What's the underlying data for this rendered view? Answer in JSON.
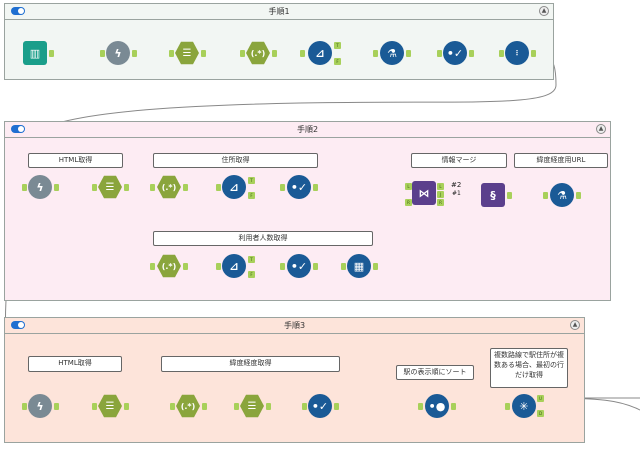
{
  "containers": [
    {
      "title": "手順1",
      "enabled": true
    },
    {
      "title": "手順2",
      "enabled": true
    },
    {
      "title": "手順3",
      "enabled": true
    }
  ],
  "container2": {
    "comments": [
      "HTML取得",
      "住所取得",
      "情報マージ",
      "緯度経度用URL",
      "利用者人数取得"
    ],
    "join_labels": {
      "top": "#2",
      "mid": "#1"
    }
  },
  "container3": {
    "comments": [
      "HTML取得",
      "緯度経度取得",
      "駅の表示順にソート",
      "複数路線で駅住所が複数ある場合、最初の行だけ取得"
    ]
  },
  "anchors": {
    "true": "T",
    "false": "F",
    "left": "L",
    "join": "J",
    "right": "R",
    "unique": "U",
    "dup": "D"
  },
  "tool_icons": {
    "input": "book-icon",
    "download": "lightning-icon",
    "text_to_columns": "table-icon",
    "regex": "(.*)",
    "filter": "filter-icon",
    "formula": "flask-icon",
    "select": "check-icon",
    "record_id": "numbered-list-icon",
    "join": "join-icon",
    "union_dna": "dna-icon",
    "summarize": "sigma-icon",
    "sort": "sort-icon",
    "unique": "snowflake-icon"
  },
  "colors": {
    "anchor": "#a8d05a",
    "blue_tool": "#1a5a96",
    "hex_tool": "#8aa53c",
    "container1_bg": "#f2f6f3",
    "container2_bg": "#fdecf3",
    "container3_bg": "#fde4da"
  }
}
